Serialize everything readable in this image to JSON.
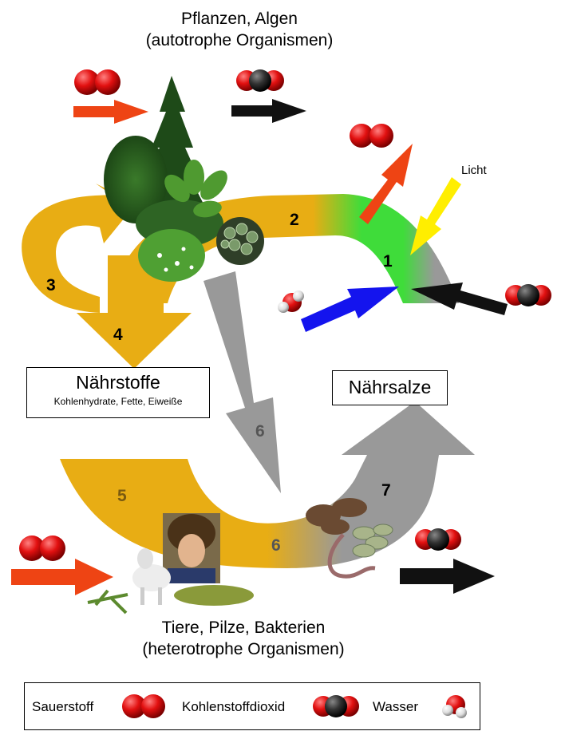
{
  "top": {
    "line1": "Pflanzen, Algen",
    "line2": "(autotrophe Organismen)"
  },
  "bottom": {
    "line1": "Tiere, Pilze, Bakterien",
    "line2": "(heterotrophe Organismen)"
  },
  "boxes": {
    "naehrstoffe_title": "Nährstoffe",
    "naehrstoffe_sub": "Kohlenhydrate, Fette, Eiweiße",
    "naehrsalze_title": "Nährsalze"
  },
  "licht_label": "Licht",
  "step_numbers": [
    "1",
    "2",
    "3",
    "4",
    "5",
    "6",
    "6",
    "7"
  ],
  "legend": {
    "sauerstoff": "Sauerstoff",
    "kohlenstoffdioxid": "Kohlenstoffdioxid",
    "wasser": "Wasser"
  },
  "colors": {
    "gold": "#e8ad14",
    "green": "#3fdc3a",
    "grey": "#999999",
    "oxygen_red": "#e01414",
    "co2_black": "#111111",
    "light_yellow": "#ffee00",
    "water_blue": "#1414ee",
    "arrow_orange": "#ee4414"
  }
}
